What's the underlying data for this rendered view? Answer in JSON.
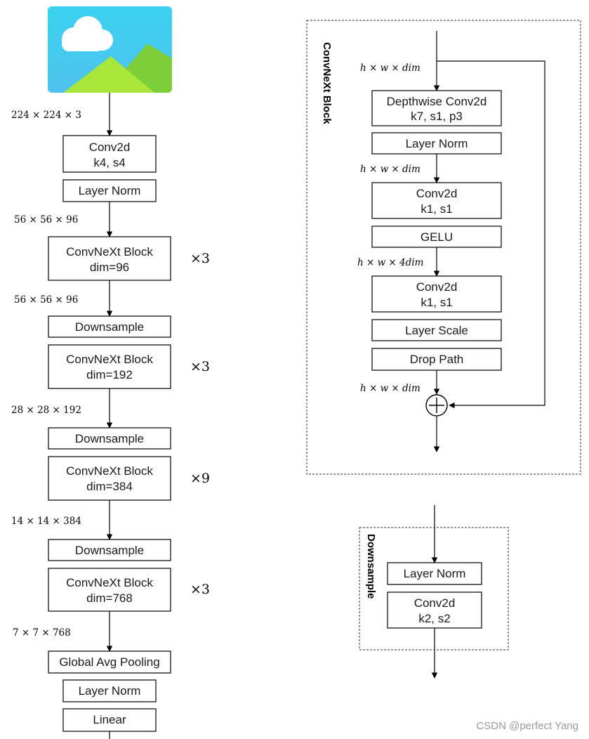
{
  "left_column": {
    "input_dim": "224 × 224 × 3",
    "stem_conv": {
      "line1": "Conv2d",
      "line2": "k4, s4"
    },
    "stem_norm": "Layer Norm",
    "stages": [
      {
        "in_dim": "56 × 56 × 96",
        "block_line1": "ConvNeXt Block",
        "block_line2": "dim=96",
        "multiplier": "×3",
        "out_dim": "56 × 56 × 96"
      },
      {
        "downsample": "Downsample",
        "block_line1": "ConvNeXt Block",
        "block_line2": "dim=192",
        "multiplier": "×3",
        "out_dim": "28 × 28 × 192"
      },
      {
        "downsample": "Downsample",
        "block_line1": "ConvNeXt Block",
        "block_line2": "dim=384",
        "multiplier": "×9",
        "out_dim": "14 × 14 × 384"
      },
      {
        "downsample": "Downsample",
        "block_line1": "ConvNeXt Block",
        "block_line2": "dim=768",
        "multiplier": "×3",
        "out_dim": "7 × 7 × 768"
      }
    ],
    "head": [
      "Global Avg Pooling",
      "Layer Norm",
      "Linear"
    ]
  },
  "convnext_block": {
    "title": "ConvNeXt Block",
    "dims": [
      "h × w × dim",
      "h × w × dim",
      "h × w × 4dim",
      "h × w × dim"
    ],
    "layers": [
      {
        "line1": "Depthwise Conv2d",
        "line2": "k7, s1, p3"
      },
      {
        "line1": "Layer Norm"
      },
      {
        "line1": "Conv2d",
        "line2": "k1, s1"
      },
      {
        "line1": "GELU"
      },
      {
        "line1": "Conv2d",
        "line2": "k1, s1"
      },
      {
        "line1": "Layer Scale"
      },
      {
        "line1": "Drop Path"
      }
    ]
  },
  "downsample_block": {
    "title": "Downsample",
    "layers": [
      {
        "line1": "Layer Norm"
      },
      {
        "line1": "Conv2d",
        "line2": "k2, s2"
      }
    ]
  },
  "watermark": "CSDN @perfect Yang",
  "colors": {
    "sky_top": "#3ad2f0",
    "sky_bottom": "#4fc2ee",
    "cloud": "#ffffff",
    "mountain_light": "#a8e63a",
    "mountain_dark": "#7dcf3a"
  }
}
